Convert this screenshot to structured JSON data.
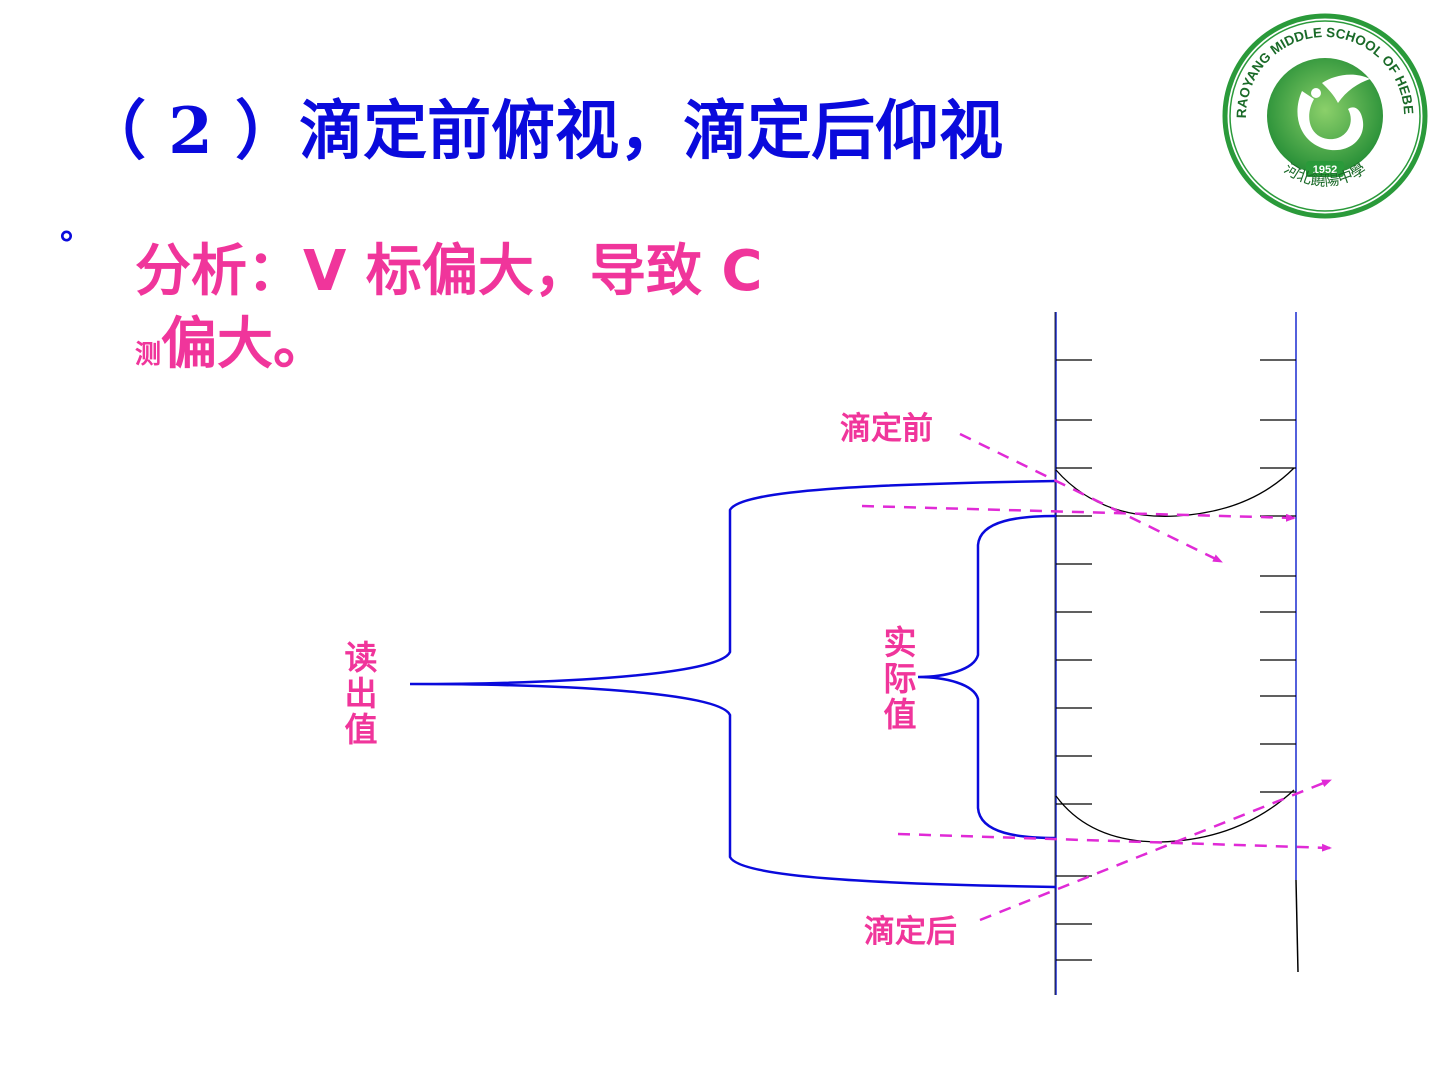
{
  "title": "（ 2 ）滴定前俯视，滴定后仰视",
  "bullet": "°",
  "analysis": {
    "line1": "分析：V 标偏大，导致 C",
    "line2_sub": "测",
    "line2_main": "偏大。"
  },
  "labels": {
    "read_value": "读出值",
    "actual_value": "实际值",
    "before": "滴定前",
    "after": "滴定后"
  },
  "logo": {
    "ring_text": "RAOYANG MIDDLE SCHOOL OF HEBEI",
    "year": "1952",
    "chinese": "河北饒陽中學"
  },
  "colors": {
    "title": "#0a0adc",
    "accent": "#f0359b",
    "line_blue": "#0a0adc",
    "logo_green": "#2a9a3a"
  }
}
